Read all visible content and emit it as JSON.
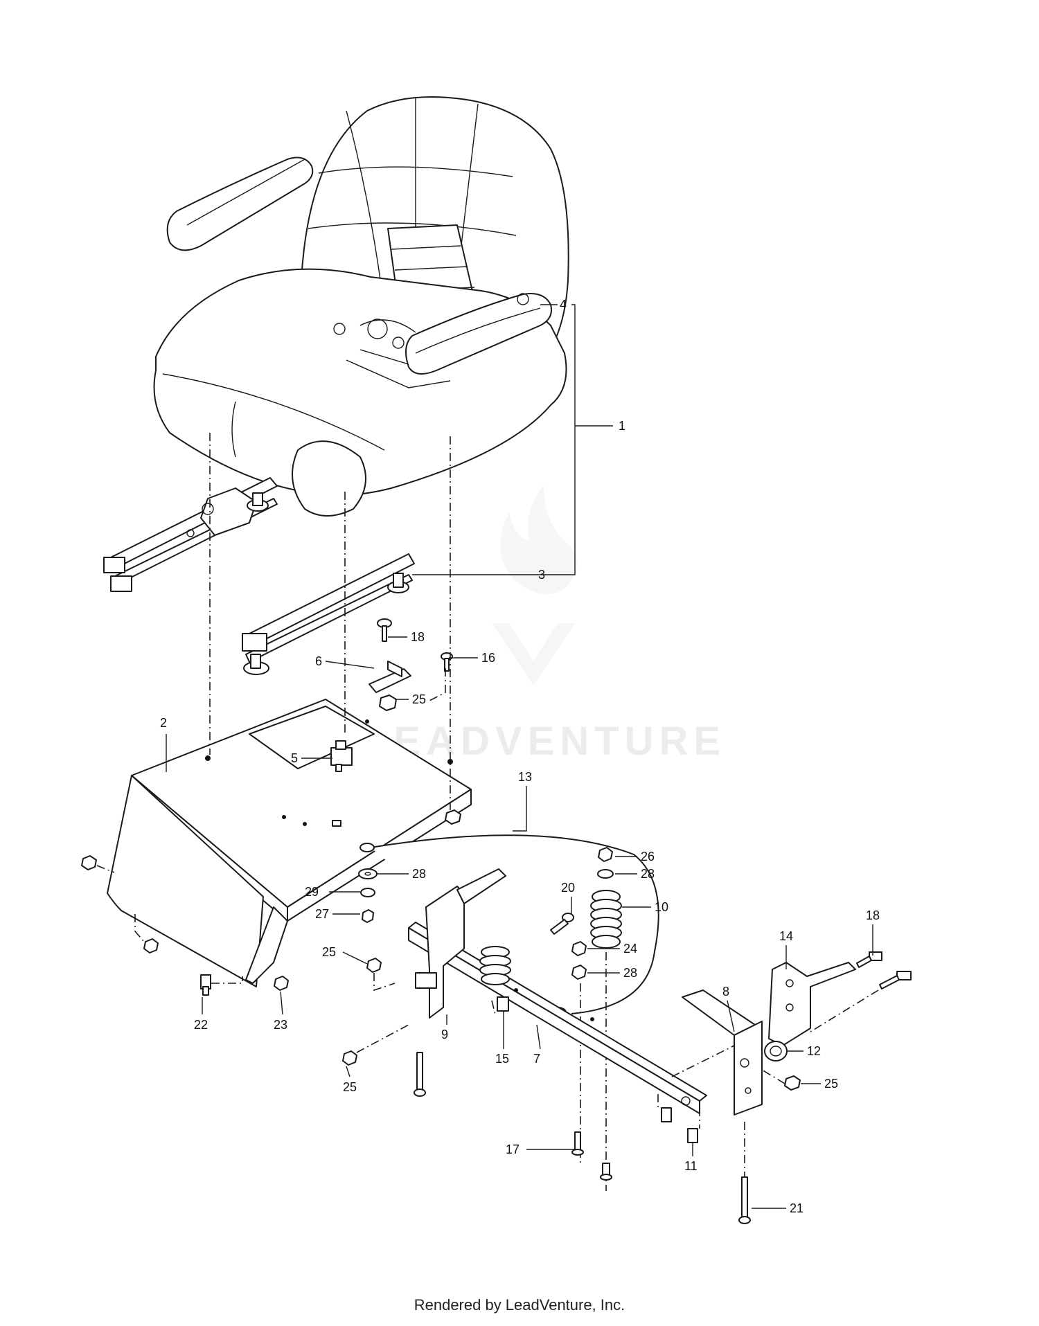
{
  "watermark": {
    "text": "LEADVENTURE"
  },
  "footer": {
    "text": "Rendered by LeadVenture, Inc."
  },
  "callouts": {
    "c1": "1",
    "c2": "2",
    "c3": "3",
    "c4": "4",
    "c5": "5",
    "c6": "6",
    "c7": "7",
    "c8": "8",
    "c9": "9",
    "c10": "10",
    "c11": "11",
    "c12": "12",
    "c13": "13",
    "c14": "14",
    "c15": "15",
    "c16": "16",
    "c17": "17",
    "c18a": "18",
    "c18b": "18",
    "c20": "20",
    "c21": "21",
    "c22": "22",
    "c23": "23",
    "c24": "24",
    "c25a": "25",
    "c25b": "25",
    "c25c": "25",
    "c25d": "25",
    "c26": "26",
    "c27": "27",
    "c28a": "28",
    "c28b": "28",
    "c28c": "28",
    "c29": "29"
  }
}
